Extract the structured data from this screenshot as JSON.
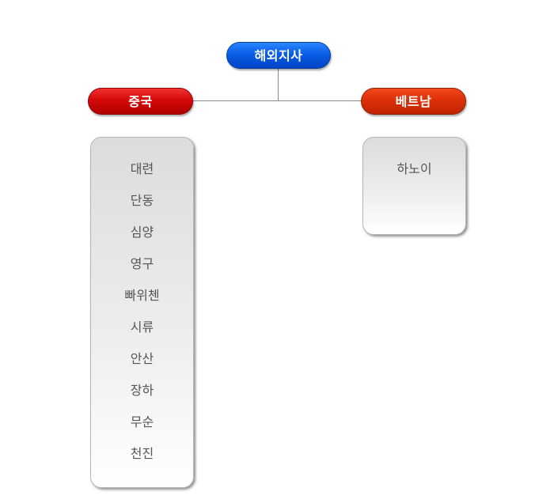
{
  "root": {
    "label": "해외지사"
  },
  "branches": [
    {
      "label": "중국",
      "cities": [
        "대련",
        "단동",
        "심양",
        "영구",
        "빠위첸",
        "시류",
        "안산",
        "장하",
        "무순",
        "천진"
      ]
    },
    {
      "label": "베트남",
      "cities": [
        "하노이"
      ]
    }
  ],
  "colors": {
    "root": "#0a5ce6",
    "china": "#d40a0a",
    "vietnam": "#dc300a",
    "connector": "#8a8a8a",
    "city_text": "#555555"
  }
}
